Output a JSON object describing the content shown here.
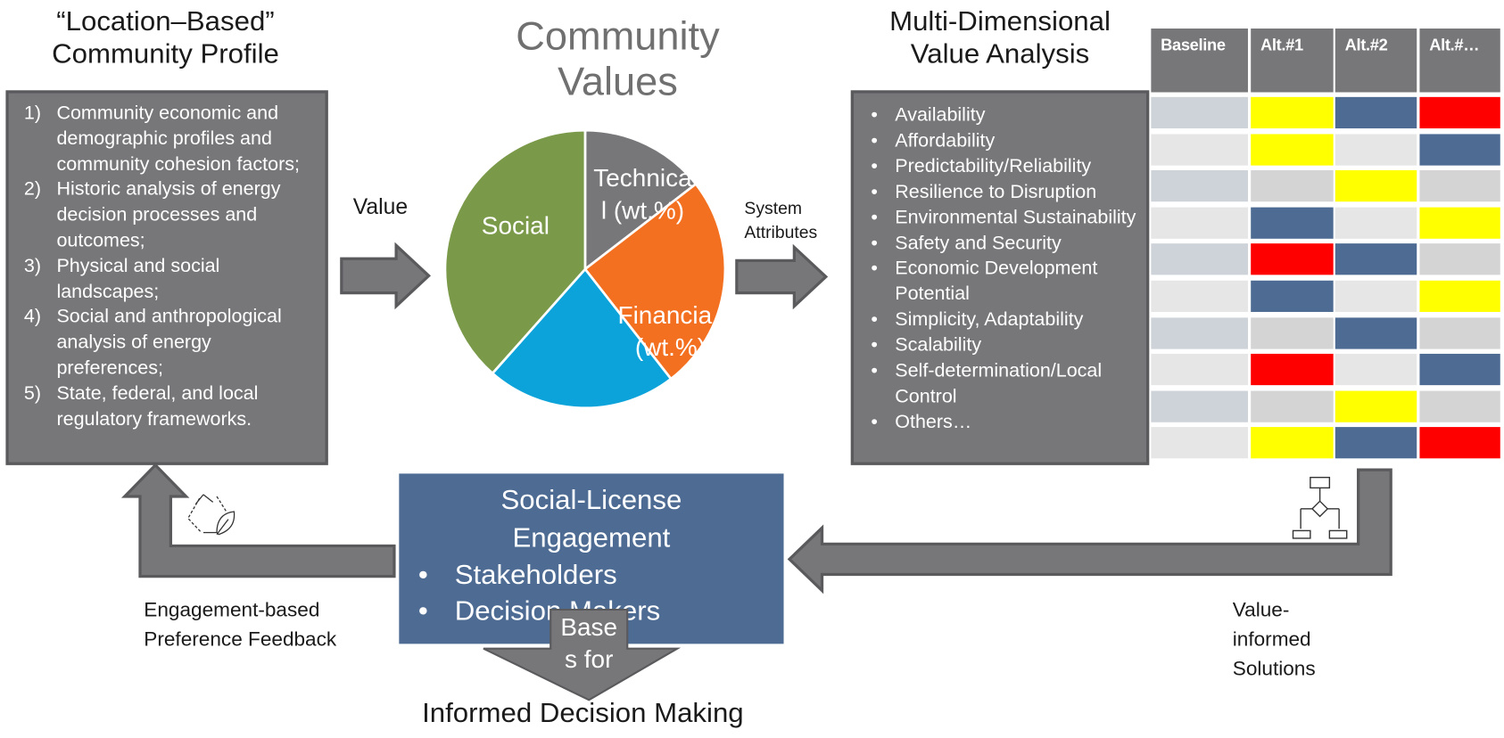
{
  "profile": {
    "title_line1": "“Location–Based”",
    "title_line2": "Community Profile",
    "items": [
      {
        "num": "1)",
        "text": "Community economic and demographic profiles and community cohesion factors;"
      },
      {
        "num": "2)",
        "text": "Historic analysis of energy decision processes and outcomes;"
      },
      {
        "num": "3)",
        "text": "Physical and social landscapes;"
      },
      {
        "num": "4)",
        "text": "Social and anthropological analysis of energy preferences;"
      },
      {
        "num": "5)",
        "text": "State, federal, and local regulatory frameworks."
      }
    ]
  },
  "values": {
    "title_line1": "Community",
    "title_line2": "Values",
    "arrow_label": "Value",
    "pie": {
      "slices": [
        {
          "label": "Technical (wt.%)",
          "label_line1": "Technica",
          "label_line2": "l (wt.%)",
          "share": 0.145,
          "color": "#77777a"
        },
        {
          "label": "Financial (wt.%)",
          "label_line1": "Financia",
          "label_line2": "(wt.%)",
          "share": 0.25,
          "color": "#f47021"
        },
        {
          "label": "",
          "share": 0.22,
          "color": "#0ca3da"
        },
        {
          "label": "Social",
          "share": 0.385,
          "color": "#7a9a4a"
        }
      ]
    }
  },
  "attributes_label_line1": "System",
  "attributes_label_line2": "Attributes",
  "analysis": {
    "title_line1": "Multi-Dimensional",
    "title_line2": "Value Analysis",
    "items": [
      "Availability",
      "Affordability",
      "Predictability/Reliability",
      "Resilience to Disruption",
      "Environmental Sustainability",
      "Safety and Security",
      "Economic Development Potential",
      "Simplicity, Adaptability",
      "Scalability",
      "Self-determination/Local Control",
      "Others…"
    ]
  },
  "matrix": {
    "headers": [
      "Baseline",
      "Alt.#1",
      "Alt.#2",
      "Alt.#…"
    ],
    "colors": {
      "blue": "#4e6c93",
      "yellow": "#ffff00",
      "red": "#ff0000",
      "light": "#d4d4d4",
      "pale": "#e6e6e6",
      "slate": "#cdd3d8"
    },
    "rows": [
      [
        "slate",
        "yellow",
        "blue",
        "red"
      ],
      [
        "pale",
        "yellow",
        "pale",
        "blue"
      ],
      [
        "slate",
        "light",
        "yellow",
        "light"
      ],
      [
        "pale",
        "blue",
        "pale",
        "yellow"
      ],
      [
        "slate",
        "red",
        "blue",
        "light"
      ],
      [
        "pale",
        "blue",
        "pale",
        "yellow"
      ],
      [
        "slate",
        "light",
        "blue",
        "light"
      ],
      [
        "pale",
        "red",
        "pale",
        "blue"
      ],
      [
        "slate",
        "light",
        "yellow",
        "light"
      ],
      [
        "pale",
        "yellow",
        "blue",
        "red"
      ]
    ]
  },
  "engagement": {
    "title_line1": "Social-License",
    "title_line2": "Engagement",
    "bullets": [
      "Stakeholders",
      "Decision Makers"
    ]
  },
  "bases_label_line1": "Base",
  "bases_label_line2": "s for",
  "decision_label": "Informed Decision Making",
  "feedback_label_line1": "Engagement-based",
  "feedback_label_line2": "Preference Feedback",
  "solutions_label_line1": "Value-",
  "solutions_label_line2": "informed",
  "solutions_label_line3": "Solutions"
}
